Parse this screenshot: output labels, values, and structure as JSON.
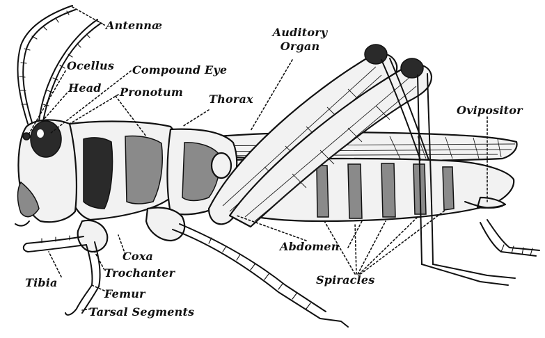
{
  "labels": {
    "antennae": "Antennæ",
    "ocellus": "Ocellus",
    "compound_eye": "Compound Eye",
    "head": "Head",
    "pronotum": "Pronotum",
    "thorax": "Thorax",
    "auditory_organ_line1": "Auditory",
    "auditory_organ_line2": "Organ",
    "ovipositor": "Ovipositor",
    "coxa": "Coxa",
    "trochanter": "Trochanter",
    "tibia": "Tibia",
    "femur": "Femur",
    "tarsal_segments": "Tarsal Segments",
    "abdomen": "Abdomen",
    "spiracles": "Spiracles"
  }
}
